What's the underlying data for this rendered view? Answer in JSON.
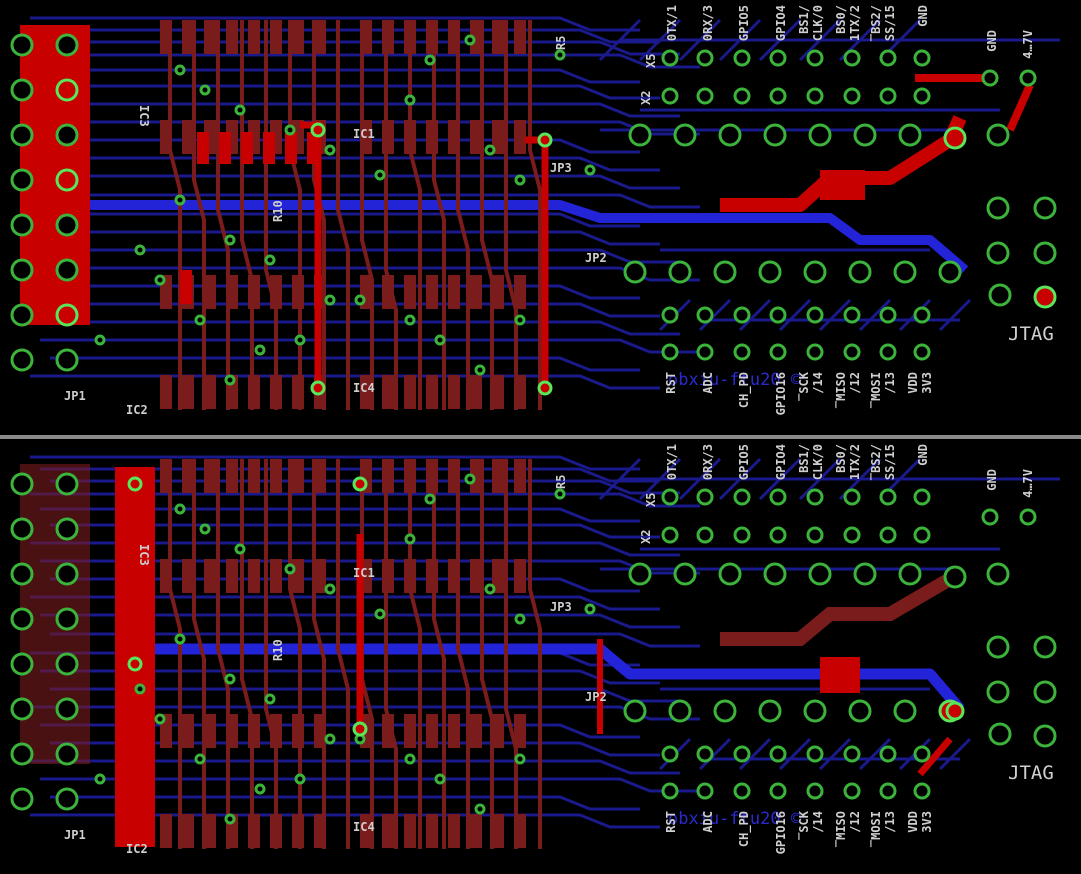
{
  "window": {
    "title": ""
  },
  "colors": {
    "top_layer": "#c80000",
    "top_layer_dim": "#7a1c1c",
    "bottom_layer": "#2323d8",
    "bottom_layer_dim": "#1a1a8c",
    "pad": "#3cb43c",
    "pad_hilite": "#59e659",
    "via": "#3cb43c",
    "label": "#cfcfcf",
    "background": "#000000"
  },
  "panels": [
    {
      "id": "top",
      "highlight": "top",
      "labels": {
        "jp1": "JP1",
        "ic2": "IC2",
        "ic3": "IC3",
        "ic1": "IC1",
        "ic4": "IC4",
        "r10": "R10",
        "r5": "R5",
        "x5": "X5",
        "x2": "X2",
        "jp3": "JP3",
        "jp2": "JP2",
        "jtag": "JTAG",
        "watermark": "obxiu-ftu20 ©"
      },
      "header_pins": [
        "0TX/1",
        "0RX/3",
        "GPIO5",
        "GPIO4",
        "BS1/\nCLK/0",
        "BS0/\n1TX/2",
        "̅BS2/\nSS/15",
        "GND",
        "GND",
        "4…7V"
      ],
      "footer_pins": [
        "RST",
        "ADC",
        "CH_PD",
        "GPIO16",
        "̅SCK\n/14",
        "̅MISO\n/12",
        "̅MOSI\n/13",
        "VDD\n3V3"
      ]
    },
    {
      "id": "bottom",
      "highlight": "bottom",
      "labels": {
        "jp1": "JP1",
        "ic2": "IC2",
        "ic3": "IC3",
        "ic1": "IC1",
        "ic4": "IC4",
        "r10": "R10",
        "r5": "R5",
        "x5": "X5",
        "x2": "X2",
        "jp3": "JP3",
        "jp2": "JP2",
        "jtag": "JTAG",
        "watermark": "obxiu-ftu20 ©"
      },
      "header_pins": [
        "0TX/1",
        "0RX/3",
        "GPIO5",
        "GPIO4",
        "BS1/\nCLK/0",
        "BS0/\n1TX/2",
        "̅BS2/\nSS/15",
        "GND",
        "GND",
        "4…7V"
      ],
      "footer_pins": [
        "RST",
        "ADC",
        "CH_PD",
        "GPIO16",
        "̅SCK\n/14",
        "̅MISO\n/12",
        "̅MOSI\n/13",
        "VDD\n3V3"
      ]
    }
  ],
  "header_text": {
    "h0": "0TX/1",
    "h1": "0RX/3",
    "h2": "GPIO5",
    "h3": "GPIO4",
    "h4a": "BS1/",
    "h4b": "CLK/0",
    "h5a": "BS0/",
    "h5b": "1TX/2",
    "h6a": "‾BS2/",
    "h6b": "SS/15",
    "h7": "GND",
    "h8": "GND",
    "h9": "4…7V"
  },
  "footer_text": {
    "f0": "RST",
    "f1": "ADC",
    "f2": "CH_PD",
    "f3": "GPIO16",
    "f4a": "‾SCK",
    "f4b": "/14",
    "f5a": "‾MISO",
    "f5b": "/12",
    "f6a": "‾MOSI",
    "f6b": "/13",
    "f7a": "VDD",
    "f7b": "3V3"
  },
  "designators": {
    "jp1": "JP1",
    "ic2": "IC2",
    "ic3": "IC3",
    "ic1": "IC1",
    "ic4": "IC4",
    "r10": "R10",
    "r5": "R5",
    "x5": "X5",
    "x2": "X2",
    "jp3": "JP3",
    "jp2": "JP2",
    "jtag": "JTAG",
    "watermark": "obxiu-ftu20 ©"
  }
}
